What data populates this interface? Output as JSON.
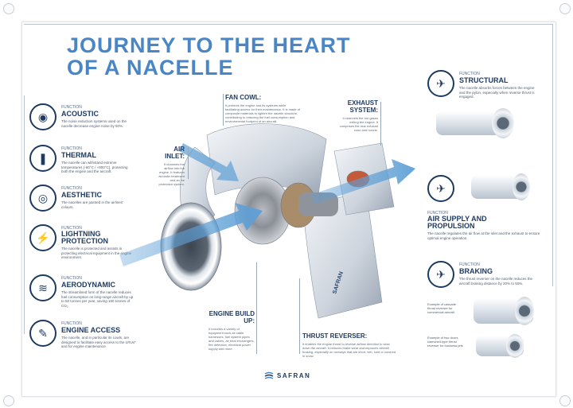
{
  "title_lines": [
    "JOURNEY TO THE HEART",
    "OF A NACELLE"
  ],
  "left_functions": [
    {
      "kicker": "FUNCTION",
      "name": "ACOUSTIC",
      "desc": "The noise reduction systems used on the nacelle decrease engine noise by 50%.",
      "icon": "ear-icon",
      "glyph": "◉"
    },
    {
      "kicker": "FUNCTION",
      "name": "THERMAL",
      "desc": "The nacelle can withstand extreme temperatures (-60°C / +800°C), protecting both the engine and the aircraft.",
      "icon": "thermometer-icon",
      "glyph": "❚"
    },
    {
      "kicker": "FUNCTION",
      "name": "AESTHETIC",
      "desc": "The nacelles are painted in the airlines' colours.",
      "icon": "eye-icon",
      "glyph": "◎"
    },
    {
      "kicker": "FUNCTION",
      "name": "LIGHTNING PROTECTION",
      "desc": "The nacelle is protected and assists in protecting electrical equipment in the engine environment.",
      "icon": "lightning-icon",
      "glyph": "⚡"
    },
    {
      "kicker": "FUNCTION",
      "name": "AERODYNAMIC",
      "desc": "The streamlined form of the nacelle reduces fuel consumption on long-range aircraft by up to 50 tonnes per year, saving 160 tonnes of CO₂.",
      "icon": "airflow-icon",
      "glyph": "≋"
    },
    {
      "kicker": "FUNCTION",
      "name": "ENGINE ACCESS",
      "desc": "The nacelle, and in particular its cowls, are designed to facilitate easy access to the LRUs* and for engine maintenance.",
      "icon": "wrench-icon",
      "glyph": "✎"
    }
  ],
  "right_functions": [
    {
      "kicker": "FUNCTION",
      "name": "STRUCTURAL",
      "desc": "The nacelle absorbs forces between the engine and the pylon, especially when reverse thrust is engaged.",
      "icon": "plane-icon"
    },
    {
      "kicker": "FUNCTION",
      "name": "AIR SUPPLY AND PROPULSION",
      "desc": "The nacelle regulates the air flow at the inlet and the exhaust to ensure optimal engine operation.",
      "icon": "plane-icon"
    },
    {
      "kicker": "FUNCTION",
      "name": "BRAKING",
      "desc": "The thrust reverser on the nacelle reduces the aircraft braking distance by 20% to 50%.",
      "icon": "plane-icon"
    }
  ],
  "braking_examples": [
    "Example of cascade thrust reverser for commercial aircraft",
    "Example of two doors clamshell-type thrust reverser for business jets"
  ],
  "callouts": {
    "fan_cowl": {
      "title": "FAN COWL:",
      "text": "It protects the engine and its systems while facilitating access for their maintenance. It is made of composite materials to lighten the nacelle structure, contributing to reducing the fuel consumption and environmental footprint of an aircraft."
    },
    "air_inlet": {
      "title": "AIR INLET:",
      "text": "It channels the airflow into the engine. It features acoustic treatment and an ice protection system."
    },
    "exhaust": {
      "title": "EXHAUST SYSTEM:",
      "text": "It channels the hot gases exiting the engine. It comprises the rear exhaust cone and nozzle."
    },
    "engine_buildup": {
      "title": "ENGINE BUILD UP:",
      "text": "It includes a variety of equipment such as cable harnesses, fuel system pipes and valves, air heat exchangers, fire detection, electrical power supply and more."
    },
    "thrust_reverser": {
      "title": "THRUST REVERSER:",
      "text": "It enables the engine thrust to reverse airflow direction to slow down the aircraft. It reduces brake wear and improves aircraft braking, especially on runways that are short, wet, iced or covered in snow."
    }
  },
  "brand": "SAFRAN",
  "colors": {
    "title_blue": "#4a86c5",
    "navy": "#1f3a60",
    "arrow_blue": "#5d9fd6",
    "grey": "#c4ccd6"
  }
}
